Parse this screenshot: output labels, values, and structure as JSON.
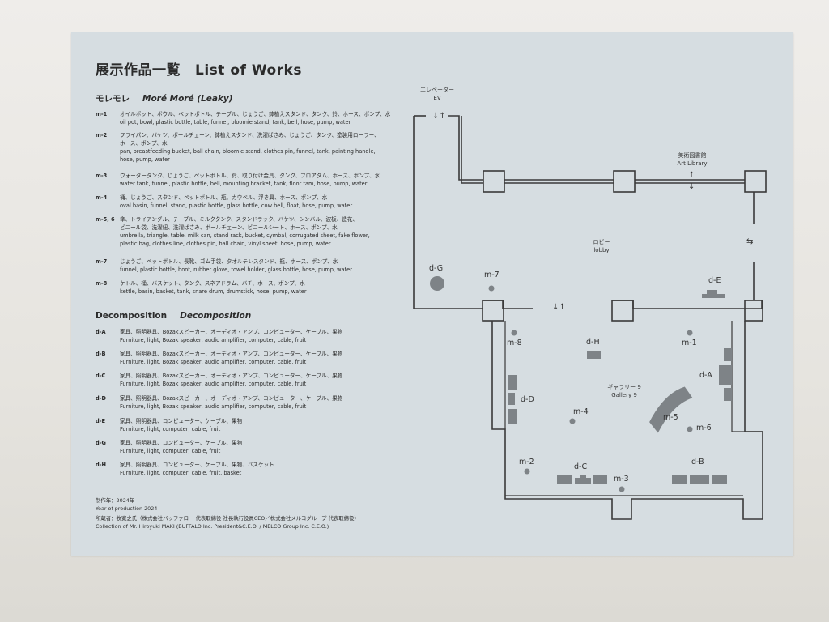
{
  "header": {
    "title_jp": "展示作品一覧",
    "title_en": "List of Works"
  },
  "section1": {
    "title_jp": "モレモレ",
    "title_en": "Moré Moré (Leaky)",
    "items": [
      {
        "code": "m-1",
        "jp": "オイルポット、ボウル、ペットボトル、テーブル、じょうご、鉢植えスタンド、タンク、鈴、ホース、ポンプ、水",
        "en": [
          "oil pot, bowl, plastic bottle, table, funnel, bloomie stand, tank, bell, hose, pump, water"
        ]
      },
      {
        "code": "m-2",
        "jp": "フライパン、バケツ、ボールチェーン、鉢植えスタンド、洗濯ばさみ、じょうご、タンク、塗装用ローラー、",
        "jp2": "ホース、ポンプ、水",
        "en": [
          "pan, breastfeeding bucket, ball chain, bloomie stand, clothes pin, funnel, tank, painting handle,",
          "hose, pump, water"
        ]
      },
      {
        "code": "m-3",
        "jp": "ウォータータンク、じょうご、ペットボトル、鈴、取り付け金具、タンク、フロアタム、ホース、ポンプ、水",
        "en": [
          "water tank, funnel, plastic bottle, bell, mounting bracket, tank, floor tam, hose, pump, water"
        ]
      },
      {
        "code": "m-4",
        "jp": "桶、じょうご、スタンド、ペットボトル、瓶、カウベル、浮き具、ホース、ポンプ、水",
        "en": [
          "oval basin, funnel, stand, plastic bottle, glass bottle, cow bell, float, hose, pump, water"
        ]
      },
      {
        "code": "m-5, 6",
        "jp": "傘、トライアングル、テーブル、ミルクタンク、スタンドラック、バケツ、シンバル、波板、造花、",
        "jp2": "ビニール袋、洗濯紐、洗濯ばさみ、ボールチェーン、ビニールシート、ホース、ポンプ、水",
        "en": [
          "umbrella, triangle, table, milk can, stand rack, bucket, cymbal, corrugated sheet, fake flower,",
          "plastic bag, clothes line, clothes pin, ball chain, vinyl sheet, hose, pump, water"
        ]
      },
      {
        "code": "m-7",
        "jp": "じょうご、ペットボトル、長靴、ゴム手袋、タオルテレスタンド、瓶、ホース、ポンプ、水",
        "en": [
          "funnel, plastic bottle, boot, rubber glove, towel holder, glass bottle, hose, pump, water"
        ]
      },
      {
        "code": "m-8",
        "jp": "ケトル、桶、バスケット、タンク、スネアドラム、バチ、ホース、ポンプ、水",
        "en": [
          "kettle, basin, basket, tank, snare drum, drumstick, hose, pump, water"
        ]
      }
    ]
  },
  "section2": {
    "title_jp": "Decomposition",
    "title_en": "Decomposition",
    "items": [
      {
        "code": "d-A",
        "jp": "家具、照明器具、Bozakスピーカー、オーディオ・アンプ、コンピューター、ケーブル、果物",
        "en": "Furniture, light, Bozak speaker, audio amplifier, computer, cable, fruit"
      },
      {
        "code": "d-B",
        "jp": "家具、照明器具、Bozakスピーカー、オーディオ・アンプ、コンピューター、ケーブル、果物",
        "en": "Furniture, light, Bozak speaker, audio amplifier, computer, cable, fruit"
      },
      {
        "code": "d-C",
        "jp": "家具、照明器具、Bozakスピーカー、オーディオ・アンプ、コンピューター、ケーブル、果物",
        "en": "Furniture, light, Bozak speaker, audio amplifier, computer, cable, fruit"
      },
      {
        "code": "d-D",
        "jp": "家具、照明器具、Bozakスピーカー、オーディオ・アンプ、コンピューター、ケーブル、果物",
        "en": "Furniture, light, Bozak speaker, audio amplifier, computer, cable, fruit"
      },
      {
        "code": "d-E",
        "jp": "家具、照明器具、コンピューター、ケーブル、果物",
        "en": "Furniture, light, computer, cable, fruit"
      },
      {
        "code": "d-G",
        "jp": "家具、照明器具、コンピューター、ケーブル、果物",
        "en": "Furniture, light, computer, cable, fruit"
      },
      {
        "code": "d-H",
        "jp": "家具、照明器具、コンピューター、ケーブル、果物、バスケット",
        "en": "Furniture, light, computer, cable, fruit, basket"
      }
    ]
  },
  "footer": {
    "year_jp": "制作年：2024年",
    "year_en": "Year of production 2024",
    "collection_jp": "所蔵者：牧寛之氏（株式会社バッファロー 代表取締役 社長執行役員CEO／株式会社メルコグループ 代表取締役）",
    "collection_en": "Collection of Mr. Hiroyuki MAKI (BUFFALO Inc. President&C.E.O. / MELCO Group Inc. C.E.O.)"
  },
  "map": {
    "ev_jp": "エレベーター",
    "ev_en": "EV",
    "library_jp": "美術図書館",
    "library_en": "Art Library",
    "lobby_jp": "ロビー",
    "lobby_en": "lobby",
    "gallery_jp": "ギャラリー 9",
    "gallery_en": "Gallery 9",
    "markers": {
      "dG": "d-G",
      "m7": "m-7",
      "dE": "d-E",
      "m8": "m-8",
      "dH": "d-H",
      "m1": "m-1",
      "dA": "d-A",
      "dD": "d-D",
      "m4": "m-4",
      "m5": "m-5",
      "m6": "m-6",
      "m2": "m-2",
      "dC": "d-C",
      "m3": "m-3",
      "dB": "d-B"
    }
  },
  "colors": {
    "panel": "#d6dde1",
    "wall": "#e9e7e2",
    "ink": "#2b2b2b",
    "object": "#7e8387",
    "plan_line": "#3a3a3a"
  }
}
